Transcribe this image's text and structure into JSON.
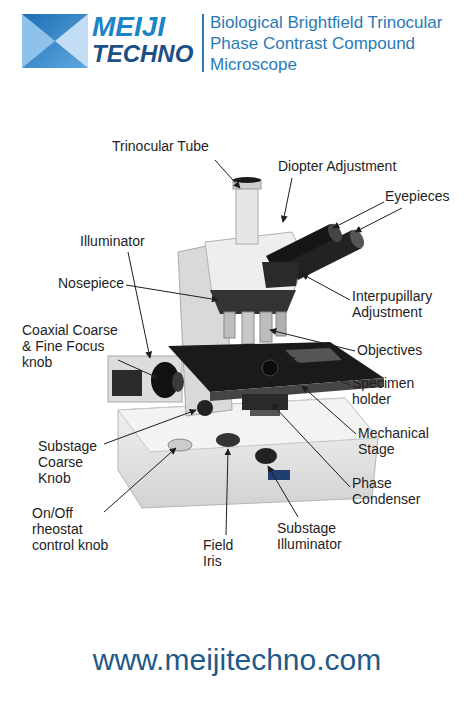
{
  "diagram": {
    "title": "Biological Brightfield Trinocular Phase Contrast Compound Microscope",
    "caption": "www.meijitechno.com",
    "labels": [
      "MEIJI",
      "TECHNO",
      "Trinocular Tube",
      "Diopter Adjustment",
      "Eyepieces",
      "Illuminator",
      "Nosepiece",
      "Coaxial Coarse & Fine Focus knob",
      "Interpupillary Adjustment",
      "Objectives",
      "Specimen holder",
      "Mechanical Stage",
      "Substage Coarse Knob",
      "Phase Condenser",
      "On/Off rheostat control knob",
      "Field Iris",
      "Substage Illuminator"
    ]
  }
}
